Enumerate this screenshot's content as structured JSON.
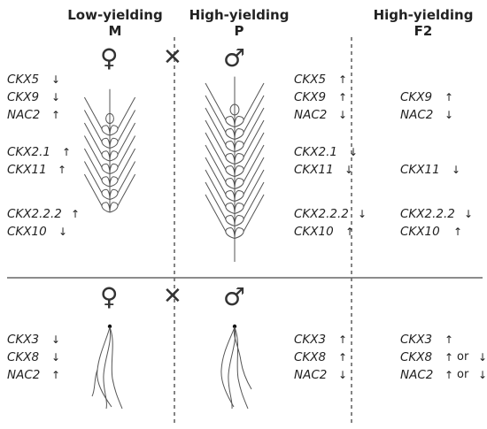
{
  "headers": {
    "low": {
      "line1": "Low-yielding",
      "line2": "M"
    },
    "high": {
      "line1": "High-yielding",
      "line2": "P"
    },
    "f2": {
      "line1": "High-yielding",
      "line2": "F2"
    }
  },
  "symbols": {
    "female": "♀",
    "male": "♂",
    "cross": "✕"
  },
  "arrows": {
    "up": "↑",
    "down": "↓"
  },
  "connector": "or",
  "colors": {
    "line": "#555555",
    "divider": "#666666",
    "text": "#222222"
  },
  "top": {
    "low": [
      {
        "name": "CKX5",
        "dir": "down"
      },
      {
        "name": "CKX9",
        "dir": "down"
      },
      {
        "name": "NAC2",
        "dir": "up"
      },
      {
        "name": "CKX2.1",
        "dir": "up"
      },
      {
        "name": "CKX11",
        "dir": "up"
      },
      {
        "name": "CKX2.2.2",
        "dir": "up"
      },
      {
        "name": "CKX10",
        "dir": "down"
      }
    ],
    "high": [
      {
        "name": "CKX5",
        "dir": "up"
      },
      {
        "name": "CKX9",
        "dir": "up"
      },
      {
        "name": "NAC2",
        "dir": "down"
      },
      {
        "name": "CKX2.1",
        "dir": "down"
      },
      {
        "name": "CKX11",
        "dir": "down"
      },
      {
        "name": "CKX2.2.2",
        "dir": "down"
      },
      {
        "name": "CKX10",
        "dir": "up"
      }
    ],
    "f2": [
      {
        "name": "CKX9",
        "dir": "up"
      },
      {
        "name": "NAC2",
        "dir": "down"
      },
      {
        "name": "CKX11",
        "dir": "down"
      },
      {
        "name": "CKX2.2.2",
        "dir": "down"
      },
      {
        "name": "CKX10",
        "dir": "up"
      }
    ]
  },
  "bottom": {
    "low": [
      {
        "name": "CKX3",
        "dir": "down"
      },
      {
        "name": "CKX8",
        "dir": "down"
      },
      {
        "name": "NAC2",
        "dir": "up"
      }
    ],
    "high": [
      {
        "name": "CKX3",
        "dir": "up"
      },
      {
        "name": "CKX8",
        "dir": "up"
      },
      {
        "name": "NAC2",
        "dir": "down"
      }
    ],
    "f2": [
      {
        "name": "CKX3",
        "dir": "up"
      },
      {
        "name": "CKX8",
        "dir": "up",
        "alt": "down"
      },
      {
        "name": "NAC2",
        "dir": "up",
        "alt": "down"
      }
    ]
  }
}
